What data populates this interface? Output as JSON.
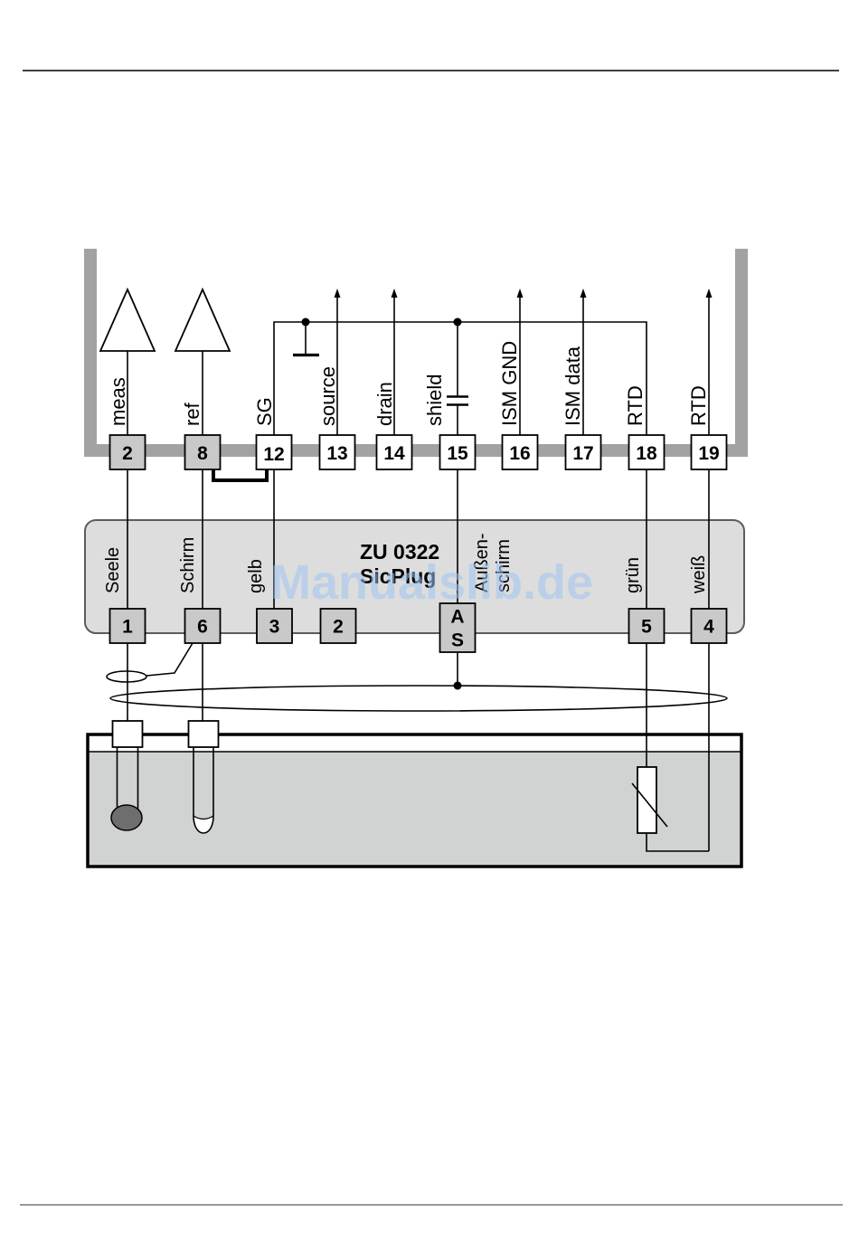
{
  "device": {
    "terminals": [
      {
        "number": "2",
        "signal": "meas"
      },
      {
        "number": "8",
        "signal": "ref"
      },
      {
        "number": "12",
        "signal": "SG"
      },
      {
        "number": "13",
        "signal": "source"
      },
      {
        "number": "14",
        "signal": "drain"
      },
      {
        "number": "15",
        "signal": "shield"
      },
      {
        "number": "16",
        "signal": "ISM GND"
      },
      {
        "number": "17",
        "signal": "ISM data"
      },
      {
        "number": "18",
        "signal": "RTD"
      },
      {
        "number": "19",
        "signal": "RTD"
      }
    ]
  },
  "adapter": {
    "title": "ZU 0322",
    "name": "SicPlug",
    "terminals": [
      {
        "number": "1",
        "wire": "Seele"
      },
      {
        "number": "6",
        "wire": "Schirm"
      },
      {
        "number": "3",
        "wire": "gelb"
      },
      {
        "number": "2"
      },
      {
        "number": "5",
        "wire": "grün"
      },
      {
        "number": "4",
        "wire": "weiß"
      }
    ],
    "outer_shield": {
      "terminal": [
        "A",
        "S"
      ],
      "label": [
        "Außen-",
        "schirm"
      ]
    }
  },
  "watermark": "Manualslib.de",
  "colors": {
    "housing_frame": "#a2a2a2",
    "terminal_gray": "#c9c9c9",
    "adapter_body": "#dddddd",
    "liquid": "#d1d2d2",
    "glass_bulb": "#6e6e6e",
    "watermark": "#9fc2f0"
  }
}
